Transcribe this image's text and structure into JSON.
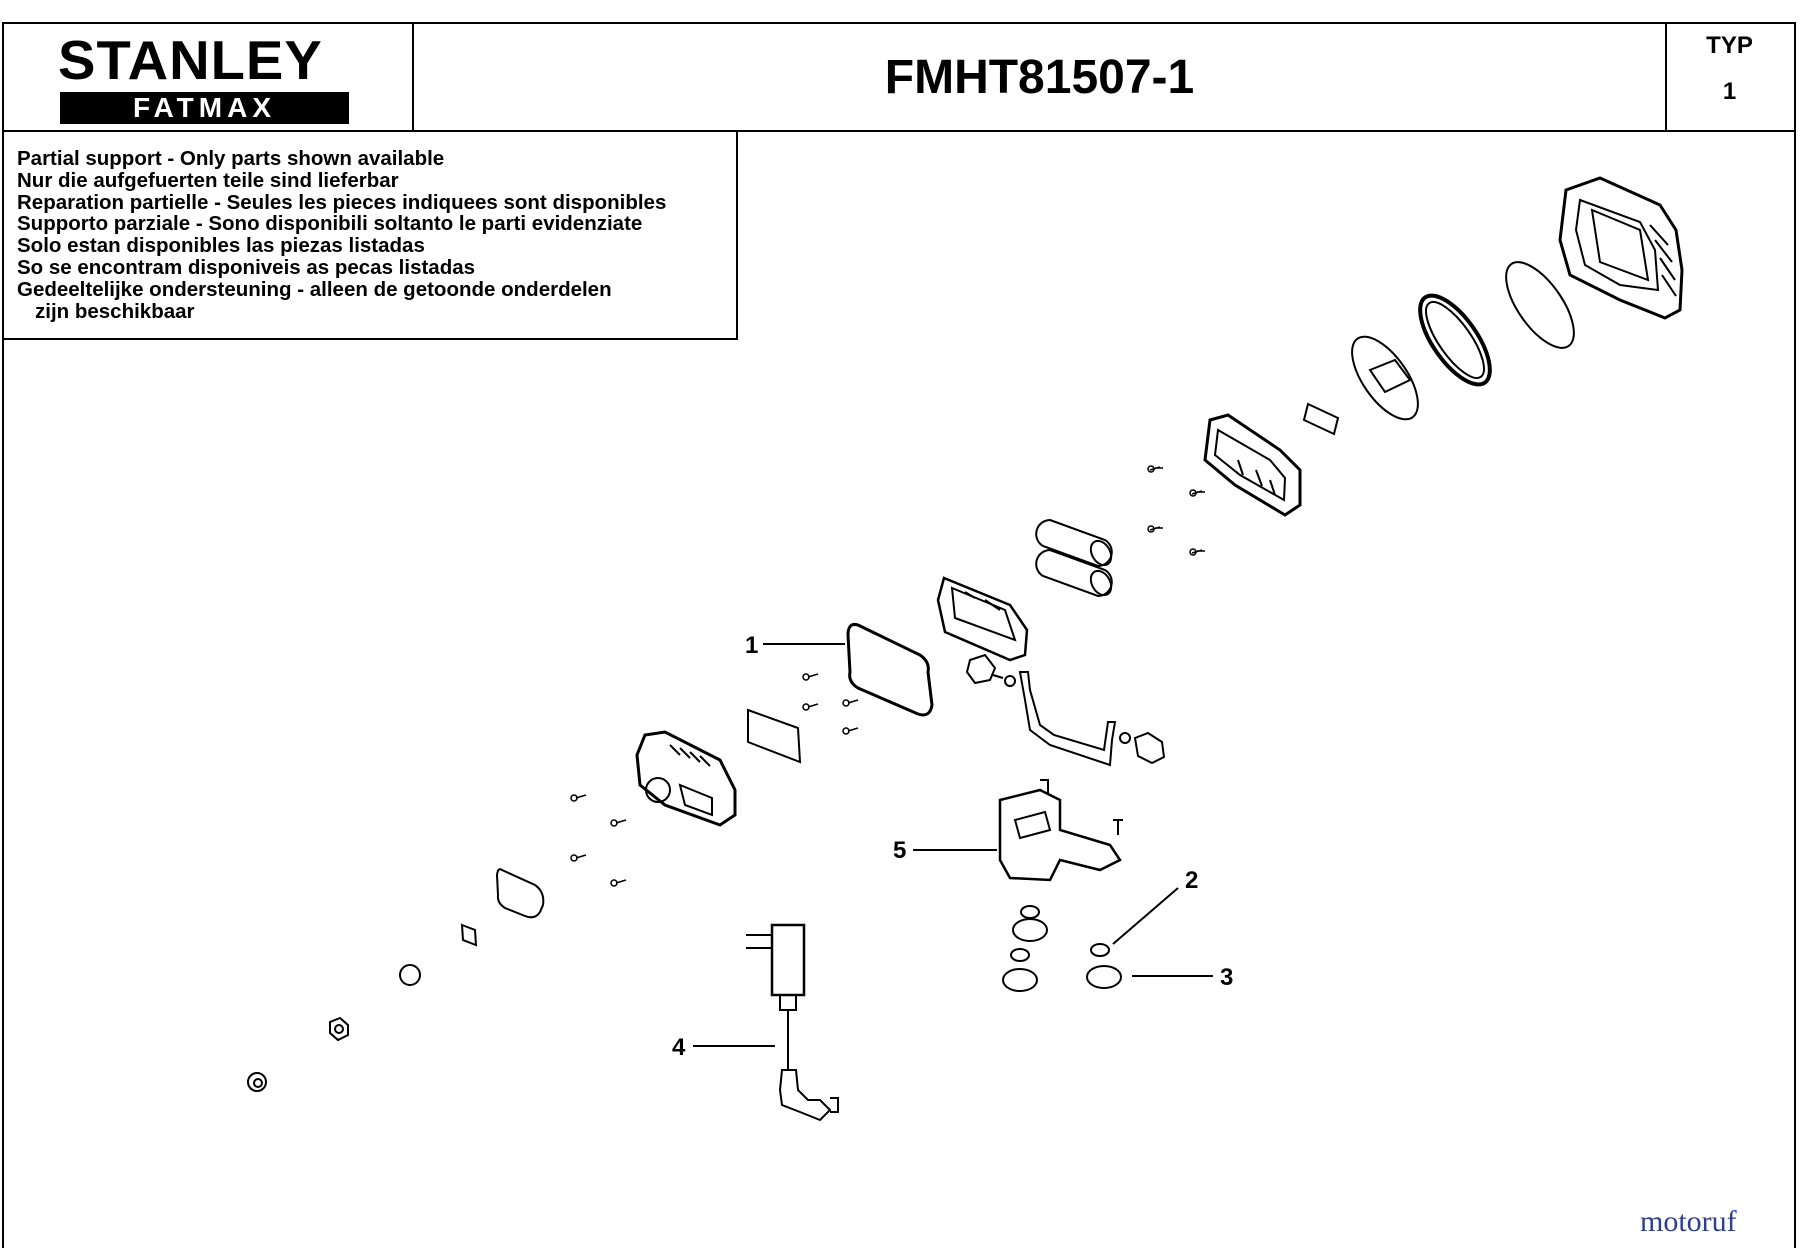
{
  "header": {
    "brand": "STANLEY",
    "sub_brand": "FATMAX",
    "model": "FMHT81507-1",
    "typ_label": "TYP",
    "typ_value": "1"
  },
  "notes": [
    "Partial support - Only parts shown available",
    "Nur die aufgefuerten teile sind lieferbar",
    "Reparation partielle - Seules les pieces indiquees sont disponibles",
    "Supporto parziale - Sono disponibili soltanto le parti evidenziate",
    "Solo estan disponibles las piezas listadas",
    "So se encontram disponiveis as pecas listadas",
    "Gedeeltelijke ondersteuning - alleen de getoonde onderdelen",
    "zijn beschikbaar"
  ],
  "callouts": [
    "1",
    "2",
    "3",
    "4",
    "5"
  ],
  "watermark": "motoruf"
}
